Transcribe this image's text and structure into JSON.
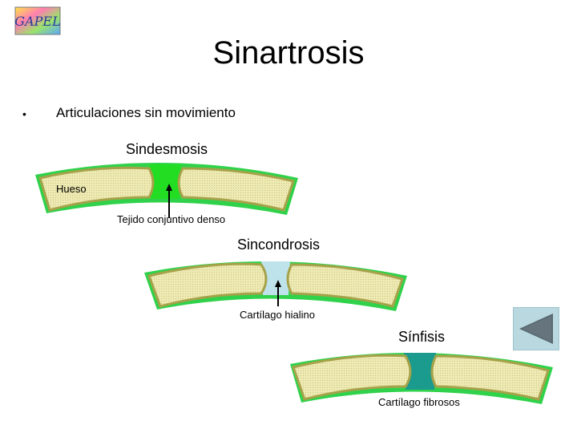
{
  "slide": {
    "title": "Sinartrosis",
    "bullet": "Articulaciones sin movimiento"
  },
  "logo": {
    "text": "GAPEL"
  },
  "joints": {
    "sindesmosis": {
      "name": "Sindesmosis",
      "bone_label": "Hueso",
      "tissue_label": "Tejido conjuntivo denso",
      "tissue_color": "#22dd22"
    },
    "sincondrosis": {
      "name": "Sincondrosis",
      "tissue_label": "Cartílago hialino",
      "tissue_color": "#bfe3ea"
    },
    "sinfisis": {
      "name": "Sínfisis",
      "tissue_label": "Cartílago fibrosos",
      "tissue_color": "#1b9a8e"
    }
  },
  "colors": {
    "bone_fill": "#eeeab4",
    "bone_outline": "#a6a24a",
    "periosteum": "#2fd24a"
  },
  "nav": {
    "back_icon": "triangle-left-icon"
  }
}
